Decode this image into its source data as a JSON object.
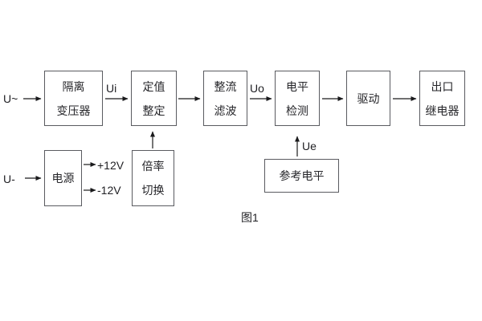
{
  "diagram": {
    "caption": "图1",
    "labels": {
      "input_ac": "U~",
      "input_dc": "U-",
      "ui": "Ui",
      "uo": "Uo",
      "ue": "Ue",
      "rail_pos": "+12V",
      "rail_neg": "-12V"
    },
    "blocks": {
      "isolation_transformer": {
        "line1": "隔离",
        "line2": "变压器"
      },
      "setting_adjust": {
        "line1": "定值",
        "line2": "整定"
      },
      "rectifier_filter": {
        "line1": "整流",
        "line2": "滤波"
      },
      "level_detect": {
        "line1": "电平",
        "line2": "检测"
      },
      "drive": {
        "line1": "驱动"
      },
      "output_relay": {
        "line1": "出口",
        "line2": "继电器"
      },
      "power_supply": {
        "line1": "电源"
      },
      "ratio_switch": {
        "line1": "倍率",
        "line2": "切换"
      },
      "reference_level": {
        "line1": "参考电平"
      }
    },
    "colors": {
      "background": "#ffffff",
      "box_border": "#5a5b60",
      "text": "#26262a",
      "line": "#1a1a1c"
    }
  }
}
